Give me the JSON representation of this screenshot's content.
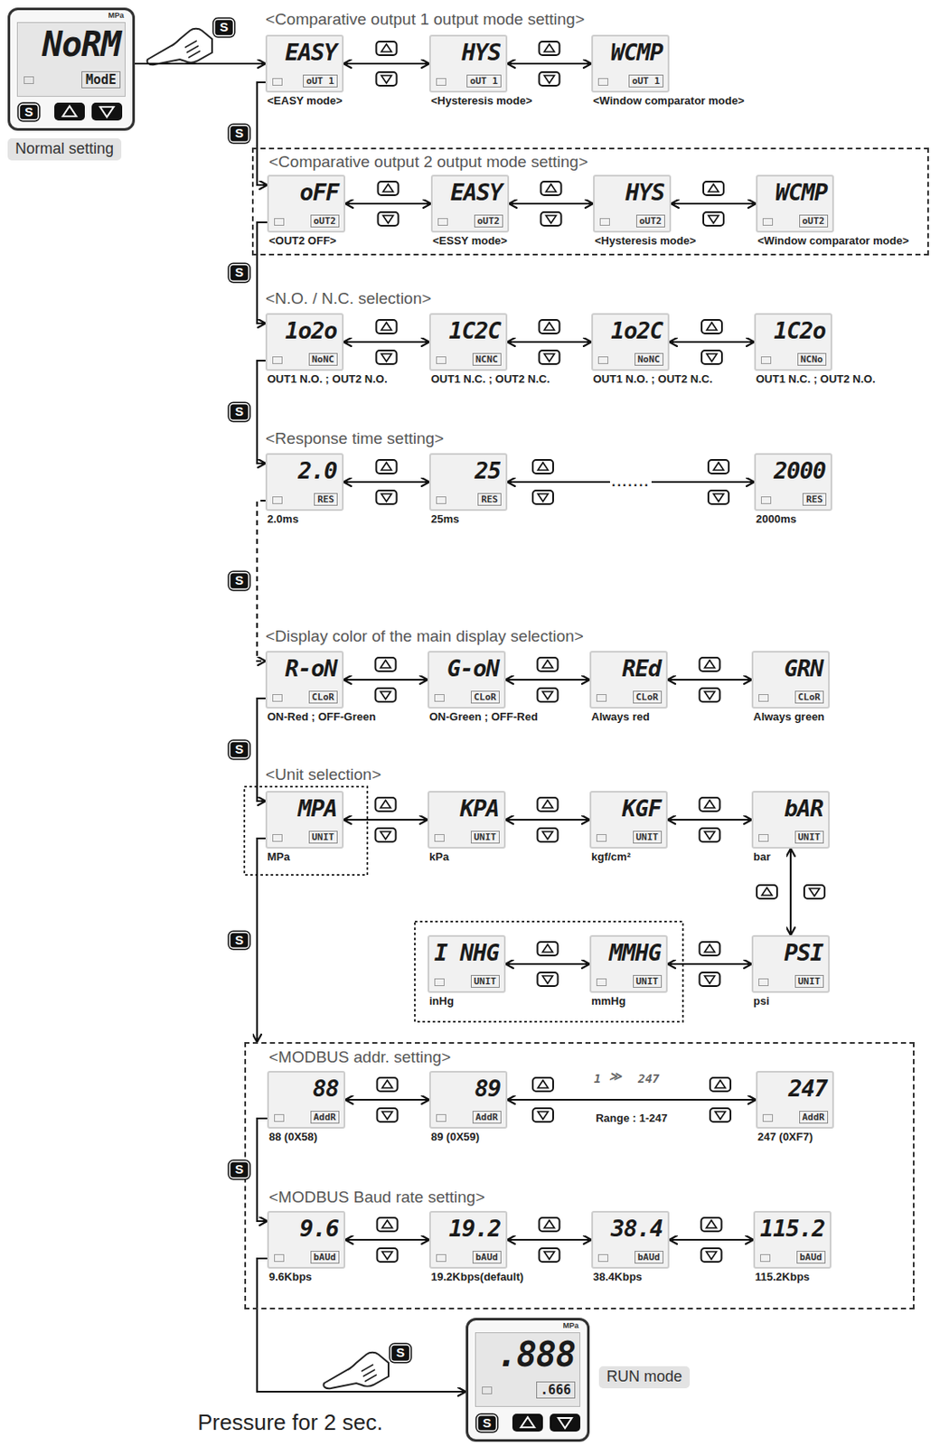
{
  "diagram": {
    "nodes": [
      {
        "text": [
          "MPa",
          "NoRM",
          "ModE",
          "S"
        ]
      },
      {
        "text": [
          "EASY",
          "oUT 1",
          "<EASY mode>"
        ]
      },
      {
        "text": [
          "HYS",
          "oUT 1",
          "<Hysteresis mode>"
        ]
      },
      {
        "text": [
          "WCMP",
          "oUT 1",
          "<Window comparator mode>"
        ]
      },
      {
        "text": [
          "<Comparative output 2 output mode setting>"
        ]
      },
      {
        "text": [
          "oFF",
          "oUT2",
          "<OUT2 OFF>"
        ],
        "in": 4
      },
      {
        "text": [
          "EASY",
          "oUT2",
          "<ESSY mode>"
        ],
        "in": 4
      },
      {
        "text": [
          "HYS",
          "oUT2",
          "<Hysteresis mode>"
        ],
        "in": 4
      },
      {
        "text": [
          "WCMP",
          "oUT2",
          "<Window comparator mode>"
        ],
        "in": 4
      },
      {
        "text": [
          "1o2o",
          "NoNC",
          "OUT1 N.O. ; OUT2 N.O."
        ]
      },
      {
        "text": [
          "1C2C",
          "NCNC",
          "OUT1 N.C. ; OUT2 N.C."
        ]
      },
      {
        "text": [
          "1o2C",
          "NoNC",
          "OUT1 N.O. ; OUT2 N.C."
        ]
      },
      {
        "text": [
          "1C2o",
          "NCNo",
          "OUT1 N.C. ; OUT2 N.O."
        ]
      },
      {
        "text": [
          "2.0",
          "RES",
          "2.0ms"
        ]
      },
      {
        "text": [
          "25",
          "RES",
          "25ms"
        ]
      },
      {
        "text": [
          "2000",
          "RES",
          "2000ms"
        ]
      },
      {
        "text": [
          "R-oN",
          "CLoR",
          "ON-Red ; OFF-Green"
        ]
      },
      {
        "text": [
          "G-oN",
          "CLoR",
          "ON-Green ; OFF-Red"
        ]
      },
      {
        "text": [
          "REd",
          "CLoR",
          "Always red"
        ]
      },
      {
        "text": [
          "GRN",
          "CLoR",
          "Always green"
        ]
      },
      {
        "text": [
          "MPA",
          "UNIT",
          "MPa"
        ]
      },
      {
        "text": [
          "KPA",
          "UNIT",
          "kPa"
        ]
      },
      {
        "text": [
          "KGF",
          "UNIT",
          "kgf/cm²"
        ]
      },
      {
        "text": [
          "bAR",
          "UNIT",
          "bar"
        ]
      },
      {
        "text": [
          "PSI",
          "UNIT",
          "psi"
        ]
      },
      {
        "text": [
          "MMHG",
          "UNIT",
          "mmHg"
        ]
      },
      {
        "text": [
          "I NHG",
          "UNIT",
          "inHg"
        ]
      },
      {
        "text": [
          "<MODBUS addr. setting>",
          "<MODBUS Baud rate setting>"
        ]
      },
      {
        "text": [
          "88",
          "AddR",
          "88 (0X58)"
        ],
        "in": 27
      },
      {
        "text": [
          "89",
          "AddR",
          "89 (0X59)"
        ],
        "in": 27
      },
      {
        "text": [
          "247",
          "AddR",
          "247 (0XF7)"
        ],
        "in": 27
      },
      {
        "text": [
          "9.6",
          "bAUd",
          "9.6Kbps"
        ],
        "in": 27
      },
      {
        "text": [
          "19.2",
          "bAUd",
          "19.2Kbps(default)"
        ],
        "in": 27
      },
      {
        "text": [
          "38.4",
          "bAUd",
          "38.4Kbps"
        ],
        "in": 27
      },
      {
        "text": [
          "115.2",
          "bAUd",
          "115.2Kbps"
        ],
        "in": 27
      },
      {
        "text": [
          "MPa",
          ".888",
          ".666",
          "S"
        ]
      }
    ],
    "edges": [
      {
        "from": 0,
        "to": 1,
        "arrow": "to"
      },
      {
        "from": 1,
        "to": 2,
        "arrow": "both"
      },
      {
        "from": 2,
        "to": 3,
        "arrow": "both"
      },
      {
        "from": 1,
        "to": 5,
        "label": "S",
        "arrow": "to"
      },
      {
        "from": 5,
        "to": 6,
        "arrow": "both"
      },
      {
        "from": 6,
        "to": 7,
        "arrow": "both"
      },
      {
        "from": 7,
        "to": 8,
        "arrow": "both"
      },
      {
        "from": 5,
        "to": 9,
        "label": "S",
        "arrow": "to"
      },
      {
        "from": 9,
        "to": 10,
        "arrow": "both"
      },
      {
        "from": 10,
        "to": 11,
        "arrow": "both"
      },
      {
        "from": 11,
        "to": 12,
        "arrow": "both"
      },
      {
        "from": 9,
        "to": 13,
        "label": "S",
        "arrow": "to"
      },
      {
        "from": 13,
        "to": 14,
        "arrow": "both"
      },
      {
        "from": 14,
        "to": 15,
        "label": ".......",
        "arrow": "both"
      },
      {
        "from": 13,
        "to": 16,
        "label": "S",
        "arrow": "to"
      },
      {
        "from": 16,
        "to": 17,
        "arrow": "both"
      },
      {
        "from": 17,
        "to": 18,
        "arrow": "both"
      },
      {
        "from": 18,
        "to": 19,
        "arrow": "both"
      },
      {
        "from": 16,
        "to": 20,
        "label": "S",
        "arrow": "to"
      },
      {
        "from": 20,
        "to": 21,
        "arrow": "both"
      },
      {
        "from": 21,
        "to": 22,
        "arrow": "both"
      },
      {
        "from": 22,
        "to": 23,
        "arrow": "both"
      },
      {
        "from": 23,
        "to": 24,
        "arrow": "both"
      },
      {
        "from": 24,
        "to": 25,
        "arrow": "both"
      },
      {
        "from": 25,
        "to": 26,
        "arrow": "both"
      },
      {
        "from": 20,
        "to": 27,
        "label": "S",
        "arrow": "to"
      },
      {
        "from": 28,
        "to": 29,
        "arrow": "both"
      },
      {
        "from": 29,
        "to": 30,
        "label": "Range : 1-247",
        "arrow": "both"
      },
      {
        "from": 28,
        "to": 31,
        "label": "S",
        "arrow": "to"
      },
      {
        "from": 31,
        "to": 32,
        "arrow": "both"
      },
      {
        "from": 32,
        "to": 33,
        "arrow": "both"
      },
      {
        "from": 33,
        "to": 34,
        "arrow": "both"
      },
      {
        "from": 31,
        "to": 35,
        "arrow": "to"
      }
    ],
    "labels": [
      "<Comparative output 1 output mode setting>",
      "<N.O. / N.C. selection>",
      "<Response time setting>",
      "<Display color of the main display selection>",
      "<Unit selection>",
      "Normal setting",
      "RUN mode",
      "S",
      "S",
      "Pressure for 2 sec.",
      "1",
      "≫",
      "247"
    ]
  }
}
